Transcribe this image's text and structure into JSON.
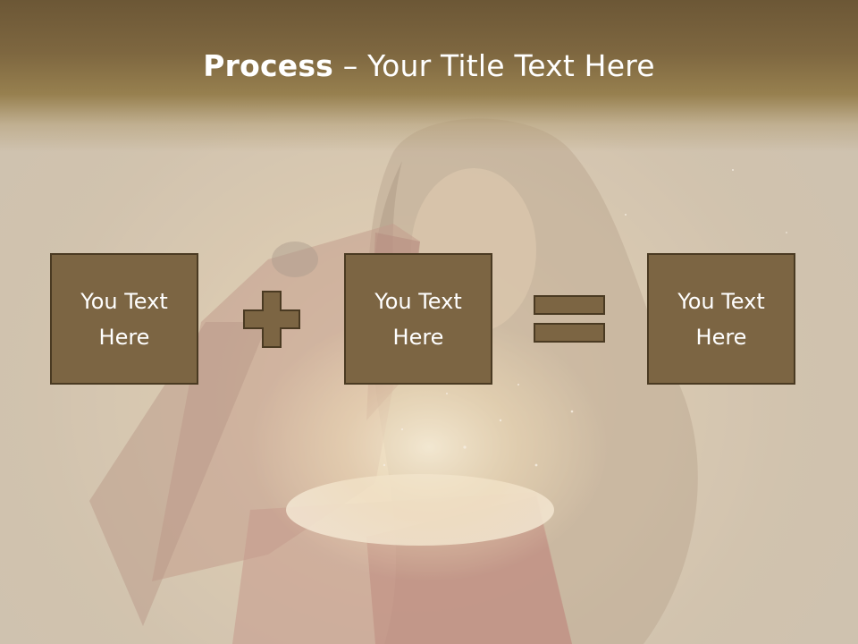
{
  "slide": {
    "title_bold": "Process",
    "title_rest": " – Your Title Text Here",
    "colors": {
      "title_band": "#7e6740",
      "box_fill": "#7c6543",
      "box_border": "#4a3a22",
      "operator_fill": "#7c6543",
      "text": "#ffffff"
    },
    "boxes": [
      {
        "text": "You Text\nHere"
      },
      {
        "text": "You Text\nHere"
      },
      {
        "text": "You Text\nHere"
      }
    ],
    "operators": [
      "plus-icon",
      "equals-icon"
    ]
  },
  "background_image": "woman-opening-glowing-gift-box"
}
